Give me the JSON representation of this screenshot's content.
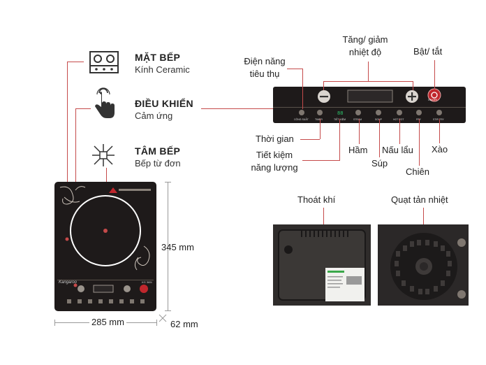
{
  "features": [
    {
      "title": "MẶT BẾP",
      "subtitle": "Kính Ceramic",
      "icon": "cooktop-burners-icon"
    },
    {
      "title": "ĐIỀU KHIỂN",
      "subtitle": "Cảm ứng",
      "icon": "touch-hand-icon"
    },
    {
      "title": "TÂM BẾP",
      "subtitle": "Bếp từ đơn",
      "icon": "induction-center-icon"
    }
  ],
  "panel_labels": {
    "power_display": "Điện năng\ntiêu thụ",
    "temp_adjust": "Tăng/ giảm\nnhiệt độ",
    "on_off": "Bật/ tắt",
    "timer": "Thời gian",
    "energy_saving": "Tiết kiệm\nnăng lượng",
    "stew": "Hầm",
    "soup": "Súp",
    "cook": "Nấu lẩu",
    "fry": "Chiên",
    "stir_fry": "Xào"
  },
  "panel_print": {
    "onoff": "ON/OFF",
    "btn1": "CÔNG SUẤT",
    "btn2": "TIMER",
    "btn3": "TIẾT KIỆM",
    "btn4": "STEAM",
    "btn5": "SOUP",
    "btn6": "HOT POT",
    "btn7": "FRY",
    "btn8": "STIR FRY"
  },
  "bottom_photos": {
    "exhaust": "Thoát khí",
    "fan": "Quạt tản nhiệt"
  },
  "dimensions": {
    "height": "345 mm",
    "width": "285 mm",
    "depth": "62 mm"
  },
  "product": {
    "brand": "Kangaroo",
    "model": "KG 365i"
  },
  "colors": {
    "accent_line": "#c54a4a",
    "cooktop": "#1e1a1a",
    "power_button": "#c0272d"
  }
}
